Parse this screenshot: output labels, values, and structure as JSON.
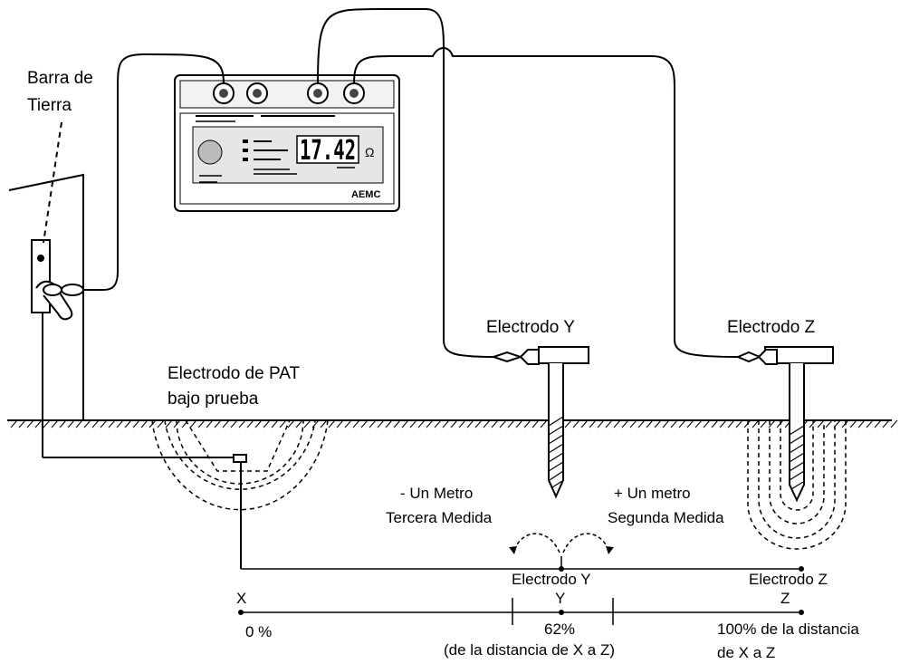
{
  "labels": {
    "barra_line1": "Barra de",
    "barra_line2": "Tierra",
    "pat_line1": "Electrodo de PAT",
    "pat_line2": "bajo prueba",
    "electrodo_y": "Electrodo Y",
    "electrodo_z": "Electrodo Z",
    "minus_line1": "- Un Metro",
    "minus_line2": "Tercera Medida",
    "plus_line1": "+ Un metro",
    "plus_line2": "Segunda Medida",
    "axis_electrodo_y": "Electrodo Y",
    "axis_electrodo_z": "Electrodo Z",
    "x_mark": "X",
    "y_mark": "Y",
    "z_mark": "Z",
    "pct_0": "0 %",
    "pct_62": "62%",
    "pct_62_sub": "(de la distancia de X a Z)",
    "pct_100_line1": "100% de la distancia",
    "pct_100_line2": "de X a Z"
  },
  "meter": {
    "display": "17.42",
    "unit": "Ω",
    "brand": "AEMC"
  }
}
